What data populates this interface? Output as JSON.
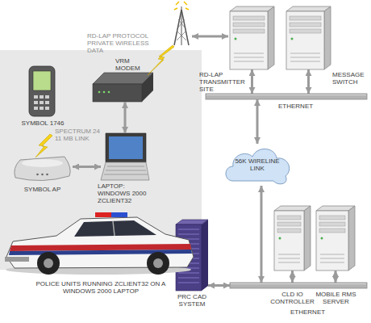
{
  "diagram": {
    "nodes": [
      {
        "text": [
          "POLICE UNITS RUNNING ZCLIENT32 ON A WINDOWS 2000 LAPTOP"
        ]
      },
      {
        "text": [
          "VRM MODEM"
        ],
        "in": 0
      },
      {
        "text": [
          "SYMBOL 1746"
        ],
        "in": 0
      },
      {
        "text": [
          "SYMBOL AP"
        ],
        "in": 0
      },
      {
        "text": [
          "LAPTOP: WINDOWS 2000 ZCLIENT32"
        ],
        "in": 0
      },
      {
        "text": [
          "RD-LAP TRANSMITTER SITE"
        ]
      },
      {
        "text": [
          "MESSAGE SWITCH"
        ]
      },
      {
        "text": [
          "ETHERNET"
        ]
      },
      {
        "text": [
          "56K WIRELINE LINK"
        ]
      },
      {
        "text": [
          "PRC CAD SYSTEM"
        ]
      },
      {
        "text": [
          "CLD IO CONTROLLER"
        ]
      },
      {
        "text": [
          "MOBILE RMS SERVER"
        ]
      },
      {
        "text": [
          "ETHERNET"
        ]
      }
    ],
    "edges": [
      {
        "from": 1,
        "to": 4,
        "arrow": "both"
      },
      {
        "from": 3,
        "to": 4,
        "arrow": "both"
      },
      {
        "from": 5,
        "to": 7,
        "arrow": "both"
      },
      {
        "from": 6,
        "to": 7,
        "arrow": "both"
      },
      {
        "from": 7,
        "to": 8,
        "arrow": "both"
      },
      {
        "from": 8,
        "to": 12,
        "arrow": "both"
      },
      {
        "from": 9,
        "to": 12,
        "arrow": "both"
      },
      {
        "from": 10,
        "to": 12,
        "arrow": "both"
      },
      {
        "from": 11,
        "to": 12,
        "arrow": "both"
      }
    ],
    "labels": [
      "RD-LAP PROTOCOL PRIVATE WIRELESS DATA",
      "SPECTRUM 24 11 MB LINK"
    ]
  }
}
